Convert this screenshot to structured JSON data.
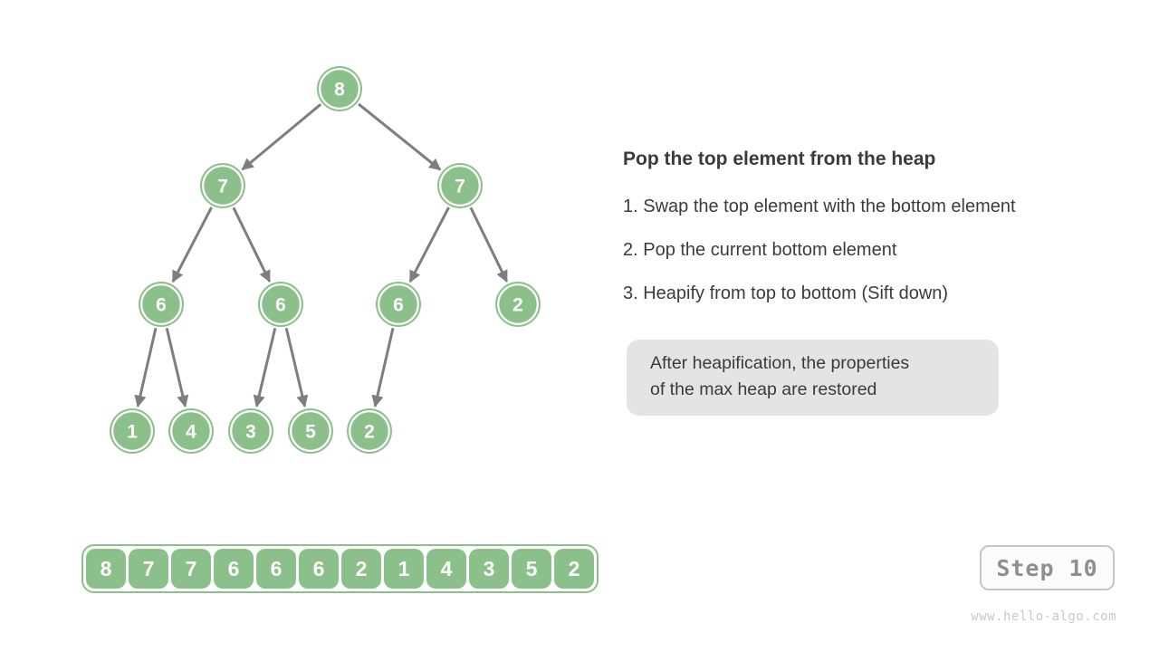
{
  "diagram": {
    "tree": {
      "node_values": [
        "8",
        "7",
        "7",
        "6",
        "6",
        "6",
        "2",
        "1",
        "4",
        "3",
        "5",
        "2"
      ],
      "edges": [
        [
          0,
          1
        ],
        [
          0,
          2
        ],
        [
          1,
          3
        ],
        [
          1,
          4
        ],
        [
          2,
          5
        ],
        [
          2,
          6
        ],
        [
          3,
          7
        ],
        [
          3,
          8
        ],
        [
          4,
          9
        ],
        [
          4,
          10
        ],
        [
          5,
          11
        ]
      ]
    },
    "array_values": [
      "8",
      "7",
      "7",
      "6",
      "6",
      "6",
      "2",
      "1",
      "4",
      "3",
      "5",
      "2"
    ]
  },
  "panel": {
    "title": "Pop the top element from the heap",
    "steps": [
      "1. Swap the top element with the bottom element",
      "2. Pop the current bottom element",
      "3. Heapify from top to bottom (Sift down)"
    ],
    "note_lines": [
      "After heapification, the properties",
      "of the max heap are restored"
    ]
  },
  "footer": {
    "step_label": "Step 10",
    "watermark": "www.hello-algo.com"
  },
  "colors": {
    "node_green": "#8CC08A",
    "arrow_gray": "#7E7E7E",
    "text_dark": "#3B3B3B",
    "note_bg": "#E4E4E4",
    "badge_border": "#C6C6C6",
    "badge_bg": "#FBFBFB",
    "badge_text": "#8F8F8F",
    "watermark_gray": "#C9C9C9"
  }
}
